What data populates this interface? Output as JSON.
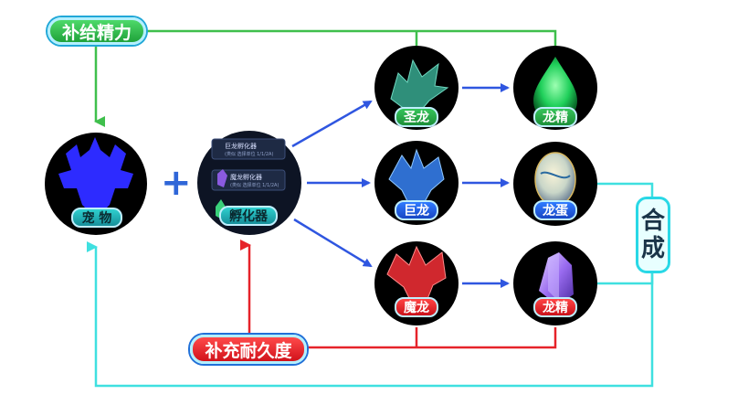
{
  "labels": {
    "replenish_energy": "补给精力",
    "replenish_durability": "补充耐久度",
    "merge_line1": "合",
    "merge_line2": "成",
    "pet": "宠 物",
    "incubator": "孵化器",
    "holy_dragon": "圣龙",
    "giant_dragon": "巨龙",
    "demon_dragon": "魔龙",
    "dragon_essence_top": "龙精",
    "dragon_egg": "龙蛋",
    "dragon_essence_bottom": "龙精"
  },
  "incubator_panel": {
    "row1_title": "巨龙孵化器",
    "row1_sub": "(类似 选择单位 1/1/2A)",
    "row2_title": "魔龙孵化器",
    "row2_sub": "(类似 选择单位 1/1/2A)"
  },
  "plus_sign": "+",
  "colors": {
    "energy_line": "#3fbf4c",
    "durability_line": "#e6232a",
    "merge_line": "#3fe0e0",
    "flow_arrow": "#2f56e0",
    "pet_silhouette": "#2d2bff"
  },
  "icons": {
    "pet": "dragon-silhouette-icon",
    "incubator": "incubator-panel-icon",
    "holy_dragon": "green-dragon-icon",
    "giant_dragon": "blue-dragon-icon",
    "demon_dragon": "red-dragon-icon",
    "dragon_essence_top": "green-droplet-icon",
    "dragon_egg": "dragon-egg-icon",
    "dragon_essence_bottom": "purple-crystal-icon"
  }
}
